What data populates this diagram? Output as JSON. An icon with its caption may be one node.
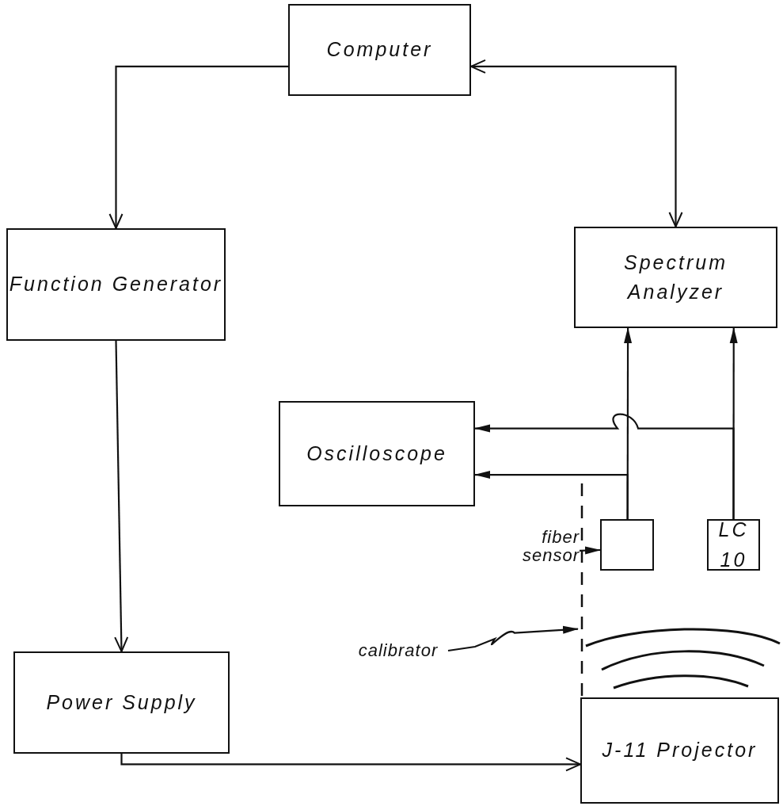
{
  "diagram": {
    "nodes": [
      {
        "text": [
          "Computer"
        ]
      },
      {
        "text": [
          "Function Generator"
        ]
      },
      {
        "text": [
          "Spectrum Analyzer"
        ]
      },
      {
        "text": [
          "Oscilloscope"
        ]
      },
      {
        "text": [],
        "shape": "box"
      },
      {
        "text": [
          "LC 10"
        ]
      },
      {
        "text": [
          "Power Supply"
        ]
      },
      {
        "text": [
          "J-11 Projector"
        ]
      },
      {
        "text": [
          "fiber sensor"
        ]
      },
      {
        "text": [
          "calibrator"
        ]
      },
      {
        "text": [],
        "shape": "bar"
      }
    ],
    "edges": [
      {
        "from": 0,
        "to": 1,
        "arrow": "to"
      },
      {
        "from": 2,
        "to": 0,
        "arrow": "both"
      },
      {
        "from": 1,
        "to": 6,
        "arrow": "to"
      },
      {
        "from": 6,
        "to": 7,
        "arrow": "to"
      },
      {
        "from": 4,
        "to": 2,
        "arrow": "to"
      },
      {
        "from": 4,
        "to": 3,
        "arrow": "to"
      },
      {
        "from": 5,
        "to": 2,
        "arrow": "to"
      },
      {
        "from": 5,
        "to": 3,
        "arrow": "to"
      },
      {
        "from": 8,
        "to": 4,
        "arrow": "to"
      },
      {
        "from": 9,
        "to": 10,
        "arrow": "to"
      }
    ]
  }
}
